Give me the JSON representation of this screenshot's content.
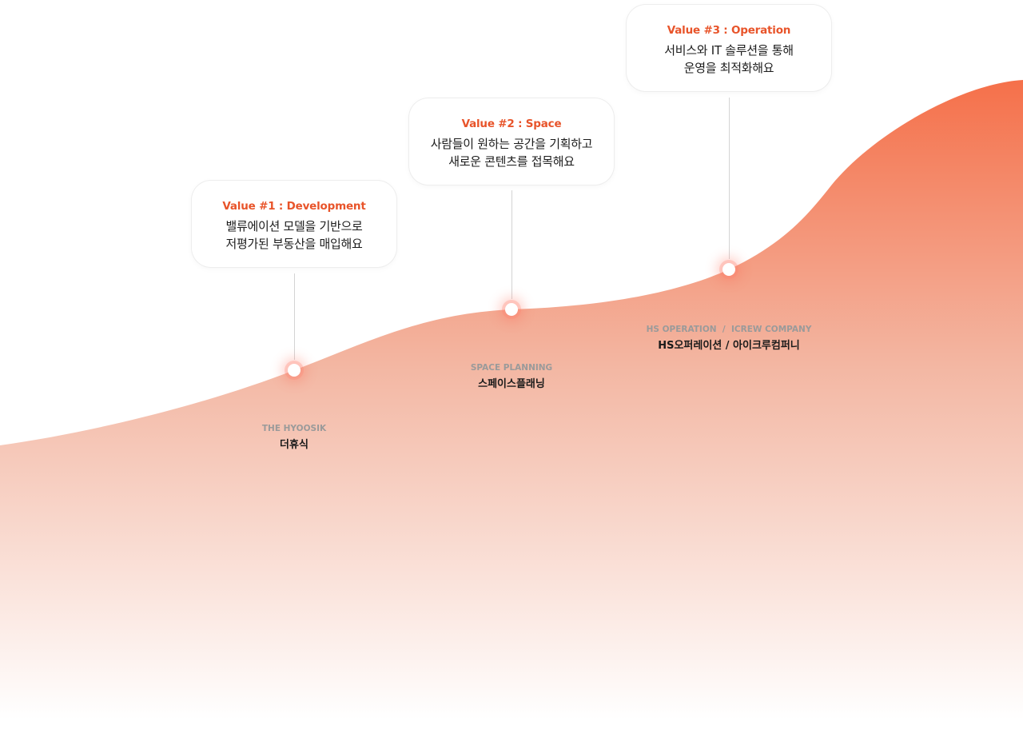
{
  "accent_color": "#e8542a",
  "gradient": {
    "top_color": "#f5704a",
    "mid_color": "#f3b7a3",
    "bottom_color": "#ffffff"
  },
  "values": [
    {
      "title": "Value #1 : Development",
      "desc_line1": "밸류에이션 모델을 기반으로",
      "desc_line2": "저평가된 부동산을 매입해요",
      "company_en": "THE HYOOSIK",
      "company_kr": "더휴식"
    },
    {
      "title": "Value #2 : Space",
      "desc_line1": "사람들이 원하는 공간을 기획하고",
      "desc_line2": "새로운 콘텐츠를 접목해요",
      "company_en": "SPACE PLANNING",
      "company_kr": "스페이스플래닝"
    },
    {
      "title": "Value #3 : Operation",
      "desc_line1": "서비스와 IT 솔루션을 통해",
      "desc_line2": "운영을 최적화해요",
      "company_en": "HS OPERATION  /  ICREW COMPANY",
      "company_kr": "HS오퍼레이션 / 아이크루컴퍼니"
    }
  ]
}
